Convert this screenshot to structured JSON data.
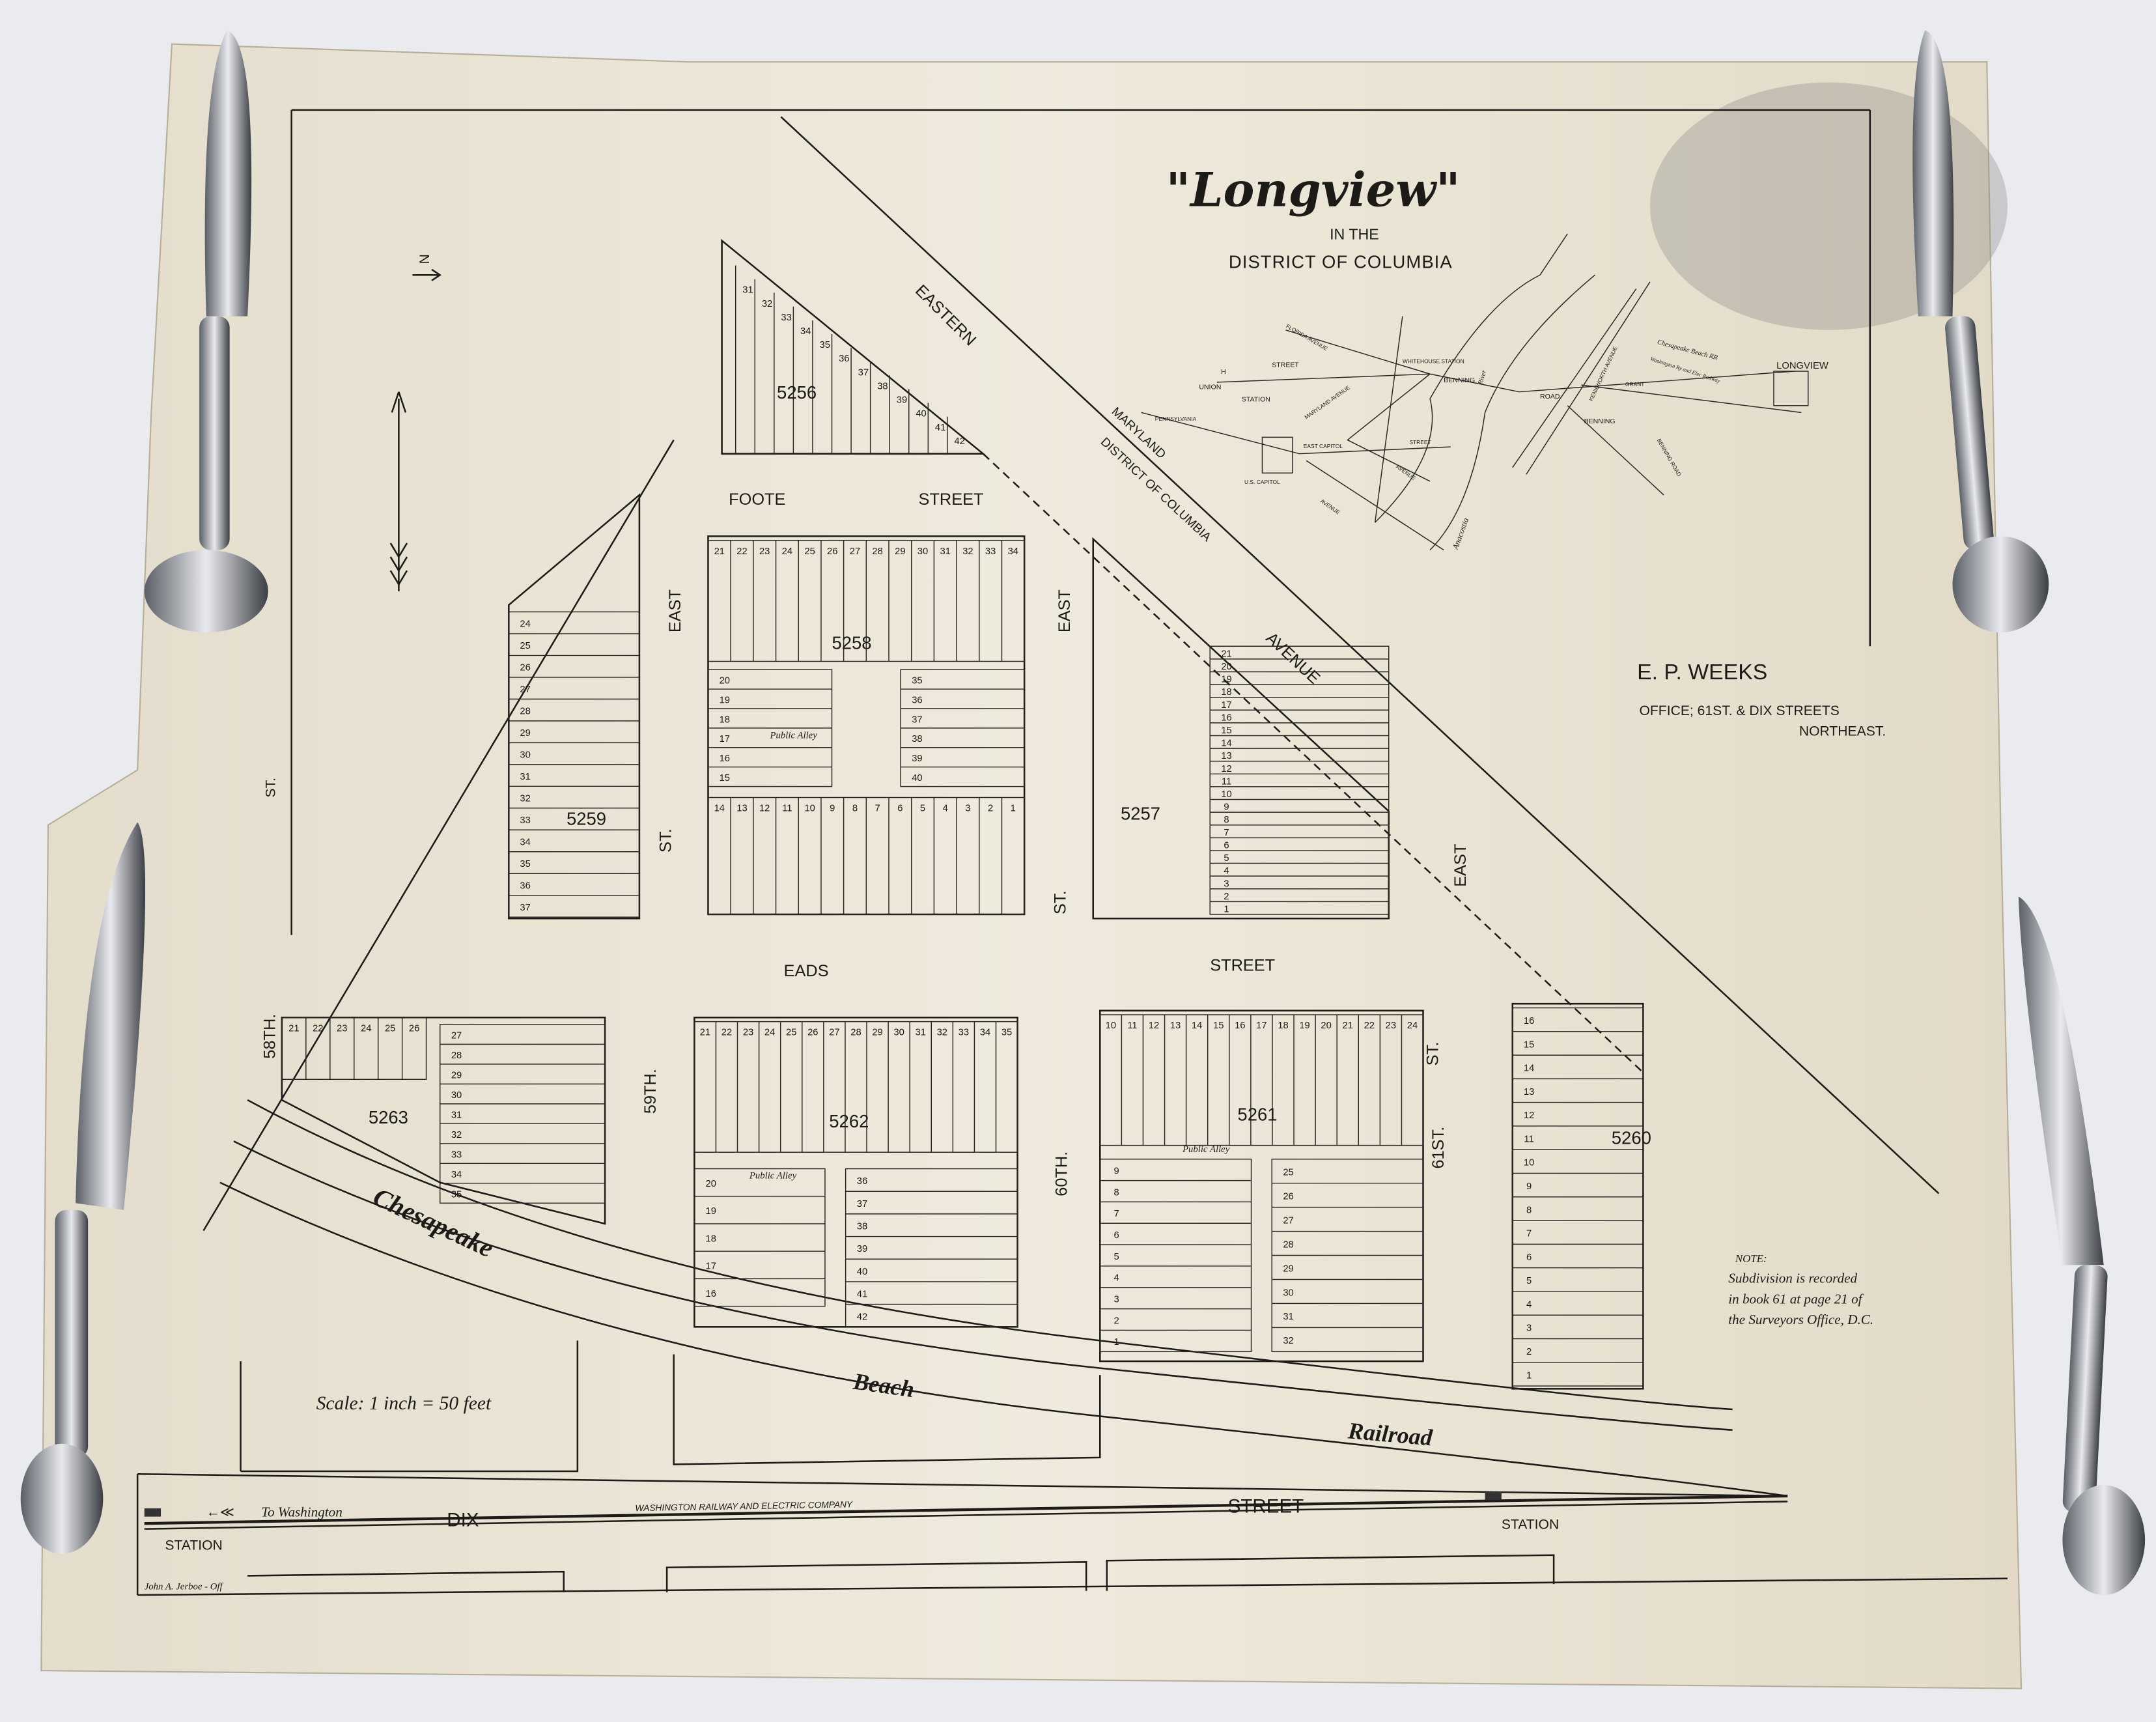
{
  "title": {
    "name": "\"Longview\"",
    "line2": "IN THE",
    "line3": "DISTRICT OF COLUMBIA"
  },
  "owner": {
    "name": "E. P. WEEKS",
    "office": "OFFICE;  61ST. & DIX STREETS",
    "office2": "NORTHEAST."
  },
  "note": {
    "heading": "NOTE:",
    "line1": "Subdivision is recorded",
    "line2": "in book 61 at page 21 of",
    "line3": "the Surveyors Office, D.C."
  },
  "scale": "Scale: 1 inch = 50 feet",
  "north": "N",
  "streets": {
    "eastern": "EASTERN",
    "maryland": "MARYLAND",
    "dc": "DISTRICT OF COLUMBIA",
    "avenue": "AVENUE",
    "foote": "FOOTE",
    "foote_street": "STREET",
    "eads": "EADS",
    "eads_street": "STREET",
    "dix": "DIX",
    "dix_street": "STREET",
    "st58": "58TH.",
    "st58b": "ST.",
    "st59": "59TH.",
    "east1": "EAST",
    "st1": "ST.",
    "st60": "60TH.",
    "east2": "EAST",
    "st2": "ST.",
    "st61": "61ST.",
    "east3": "EAST",
    "st3": "ST.",
    "public_alley": "Public Alley"
  },
  "railroad": {
    "w1": "Chesapeake",
    "w2": "Beach",
    "w3": "Railroad",
    "company": "WASHINGTON  RAILWAY  AND ELECTRIC  COMPANY",
    "to_washington": "To Washington",
    "station_left": "STATION",
    "station_right": "STATION"
  },
  "signature": "John A. Jerboe - Off",
  "inset_map": {
    "labels": [
      "H",
      "STREET",
      "FLORIDA AVENUE",
      "WHITEHOUSE STATION",
      "UNION",
      "STATION",
      "BENNING",
      "MARYLAND AVENUE",
      "ROAD",
      "BENNING",
      "GRANT",
      "LONGVIEW",
      "PENNSYLVANIA",
      "U.S. CAPITOL",
      "EAST CAPITOL",
      "STREET",
      "AVENUE",
      "AVENUE",
      "Anacostia",
      "River",
      "KENILWORTH AVENUE",
      "BENNING ROAD",
      "Chesapeake Beach RR",
      "Washington Ry and Elec Railway"
    ]
  },
  "blocks": {
    "b5256": {
      "number": "5256",
      "lots": [
        "31",
        "32",
        "33",
        "34",
        "35",
        "36",
        "37",
        "38",
        "39",
        "40",
        "41",
        "42"
      ]
    },
    "b5258": {
      "number": "5258",
      "top": [
        "21",
        "22",
        "23",
        "24",
        "25",
        "26",
        "27",
        "28",
        "29",
        "30",
        "31",
        "32",
        "33",
        "34"
      ],
      "left": [
        "20",
        "19",
        "18",
        "17",
        "16",
        "15"
      ],
      "right": [
        "35",
        "36",
        "37",
        "38",
        "39",
        "40"
      ],
      "bottom": [
        "14",
        "13",
        "12",
        "11",
        "10",
        "9",
        "8",
        "7",
        "6",
        "5",
        "4",
        "3",
        "2",
        "1"
      ]
    },
    "b5259": {
      "number": "5259",
      "lots": [
        "24",
        "25",
        "26",
        "27",
        "28",
        "29",
        "30",
        "31",
        "32",
        "33",
        "34",
        "35",
        "36",
        "37"
      ]
    },
    "b5257": {
      "number": "5257",
      "lots": [
        "21",
        "20",
        "19",
        "18",
        "17",
        "16",
        "15",
        "14",
        "13",
        "12",
        "11",
        "10",
        "9",
        "8",
        "7",
        "6",
        "5",
        "4",
        "3",
        "2",
        "1"
      ]
    },
    "b5262": {
      "number": "5262",
      "top": [
        "21",
        "22",
        "23",
        "24",
        "25",
        "26",
        "27",
        "28",
        "29",
        "30",
        "31",
        "32",
        "33",
        "34",
        "35"
      ],
      "left": [
        "20",
        "19",
        "18",
        "17",
        "16"
      ],
      "right": [
        "36",
        "37",
        "38",
        "39",
        "40",
        "41",
        "42"
      ]
    },
    "b5261": {
      "number": "5261",
      "top": [
        "10",
        "11",
        "12",
        "13",
        "14",
        "15",
        "16",
        "17",
        "18",
        "19",
        "20",
        "21",
        "22",
        "23",
        "24"
      ],
      "left": [
        "9",
        "8",
        "7",
        "6",
        "5",
        "4",
        "3",
        "2",
        "1"
      ],
      "right": [
        "25",
        "26",
        "27",
        "28",
        "29",
        "30",
        "31",
        "32"
      ]
    },
    "b5263": {
      "number": "5263",
      "top": [
        "21",
        "22",
        "23",
        "24",
        "25",
        "26"
      ],
      "right": [
        "27",
        "28",
        "29",
        "30",
        "31",
        "32",
        "33",
        "34",
        "35"
      ]
    },
    "b5260": {
      "number": "5260",
      "lots": [
        "16",
        "15",
        "14",
        "13",
        "12",
        "11",
        "10",
        "9",
        "8",
        "7",
        "6",
        "5",
        "4",
        "3",
        "2",
        "1"
      ]
    }
  },
  "colors": {
    "paper": "#ebe6d8",
    "ink": "#1d1b18",
    "table": "#e9ebee"
  }
}
